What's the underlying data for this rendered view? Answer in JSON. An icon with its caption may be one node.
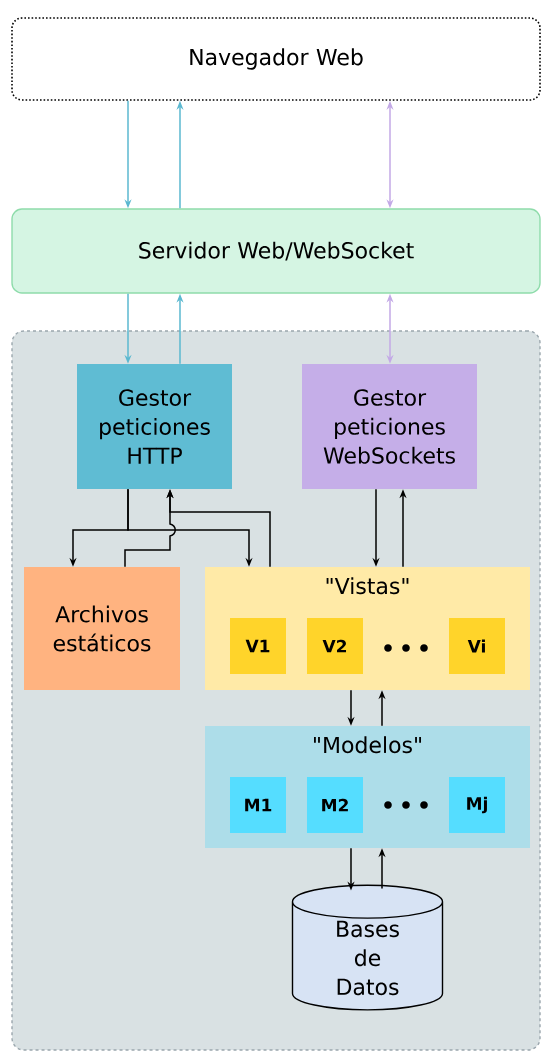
{
  "diagram": {
    "nodes": [
      {
        "text": [
          "Navegador Web"
        ]
      },
      {
        "text": [
          "Servidor Web/WebSocket"
        ]
      },
      {
        "text": [],
        "shape": "box"
      },
      {
        "text": [
          "Gestor peticiones HTTP"
        ],
        "in": 2
      },
      {
        "text": [
          "Gestor peticiones WebSockets"
        ],
        "in": 2
      },
      {
        "text": [
          "Archivos estáticos"
        ],
        "in": 2
      },
      {
        "text": [
          "\"Vistas\""
        ],
        "in": 2
      },
      {
        "text": [
          "V1"
        ],
        "in": 6
      },
      {
        "text": [
          "V2"
        ],
        "in": 6
      },
      {
        "text": [
          "Vi"
        ],
        "in": 6
      },
      {
        "text": [
          "\"Modelos\""
        ],
        "in": 2
      },
      {
        "text": [
          "M1"
        ],
        "in": 10
      },
      {
        "text": [
          "M2"
        ],
        "in": 10
      },
      {
        "text": [
          "Mj"
        ],
        "in": 10
      },
      {
        "text": [
          "Bases de Datos"
        ],
        "in": 2
      }
    ],
    "edges": [
      {
        "from": 0,
        "to": 1,
        "arrow": "to",
        "color": "#5bb8d0"
      },
      {
        "from": 1,
        "to": 0,
        "arrow": "to",
        "color": "#5bb8d0"
      },
      {
        "from": 0,
        "to": 1,
        "arrow": "both",
        "color": "#c3a9e6"
      },
      {
        "from": 1,
        "to": 3,
        "arrow": "to",
        "color": "#5bb8d0"
      },
      {
        "from": 3,
        "to": 1,
        "arrow": "to",
        "color": "#5bb8d0"
      },
      {
        "from": 1,
        "to": 4,
        "arrow": "both",
        "color": "#c3a9e6"
      },
      {
        "from": 3,
        "to": 5,
        "arrow": "to"
      },
      {
        "from": 3,
        "to": 6,
        "arrow": "to"
      },
      {
        "from": 5,
        "to": 3,
        "arrow": "to"
      },
      {
        "from": 6,
        "to": 3,
        "arrow": "to"
      },
      {
        "from": 4,
        "to": 6,
        "arrow": "to"
      },
      {
        "from": 6,
        "to": 4,
        "arrow": "to"
      },
      {
        "from": 6,
        "to": 10,
        "arrow": "to"
      },
      {
        "from": 10,
        "to": 6,
        "arrow": "to"
      },
      {
        "from": 10,
        "to": 14,
        "arrow": "to"
      },
      {
        "from": 14,
        "to": 10,
        "arrow": "to"
      }
    ]
  }
}
